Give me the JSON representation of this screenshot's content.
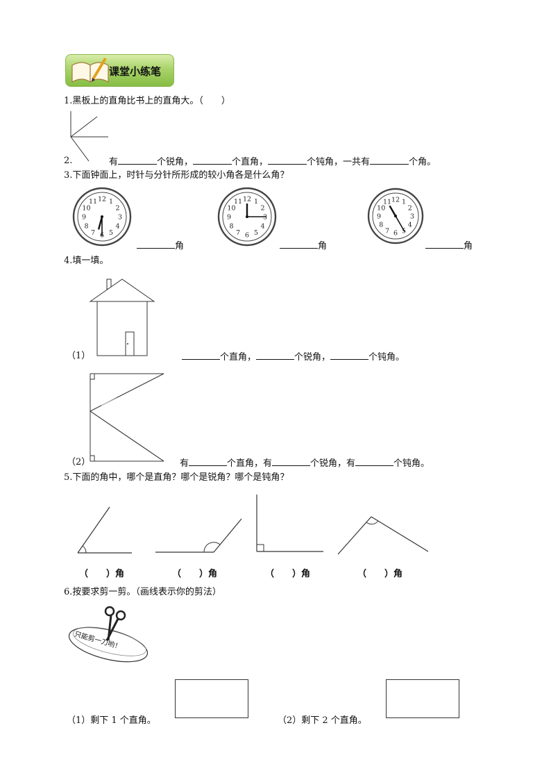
{
  "header": {
    "title": "课堂小练笔"
  },
  "q1": {
    "text": "1.黑板上的直角比书上的直角大。（　　）"
  },
  "q2": {
    "num": "2.",
    "p1": "有",
    "p2": "个锐角，",
    "p3": "个直角，",
    "p4": "个钝角，一共有",
    "p5": "个角。"
  },
  "q3": {
    "text": "3.下面钟面上，时针与分针所形成的较小角各是什么角？",
    "suffix": "角",
    "clock_numbers": [
      "12",
      "1",
      "2",
      "3",
      "4",
      "5",
      "6",
      "7",
      "8",
      "9",
      "10",
      "11"
    ],
    "clocks": [
      {
        "hour": 6.5,
        "minute": 30
      },
      {
        "hour": 12,
        "minute": 15
      },
      {
        "hour": 11,
        "minute": 25
      }
    ]
  },
  "q4": {
    "text": "4.填一填。",
    "item1": {
      "label": "（1）",
      "p1": "个直角，",
      "p2": "个锐角，",
      "p3": "个钝角。"
    },
    "item2": {
      "label": "（2）",
      "p0": "有",
      "p1": "个直角，有",
      "p2": "个锐角，有",
      "p3": "个钝角。"
    }
  },
  "q5": {
    "text": "5.下面的角中，哪个是直角？哪个是锐角？哪个是钝角？",
    "paren_labels": [
      "（　　）角",
      "（　　）角",
      "（　　）角",
      "（　　）角"
    ]
  },
  "q6": {
    "text": "6.按要求剪一剪。（画线表示你的剪法）",
    "sign_text": "只能剪一刀哟！",
    "item1": "（1）剩下 1 个直角。",
    "item2": "（2）剩下 2 个直角。"
  }
}
